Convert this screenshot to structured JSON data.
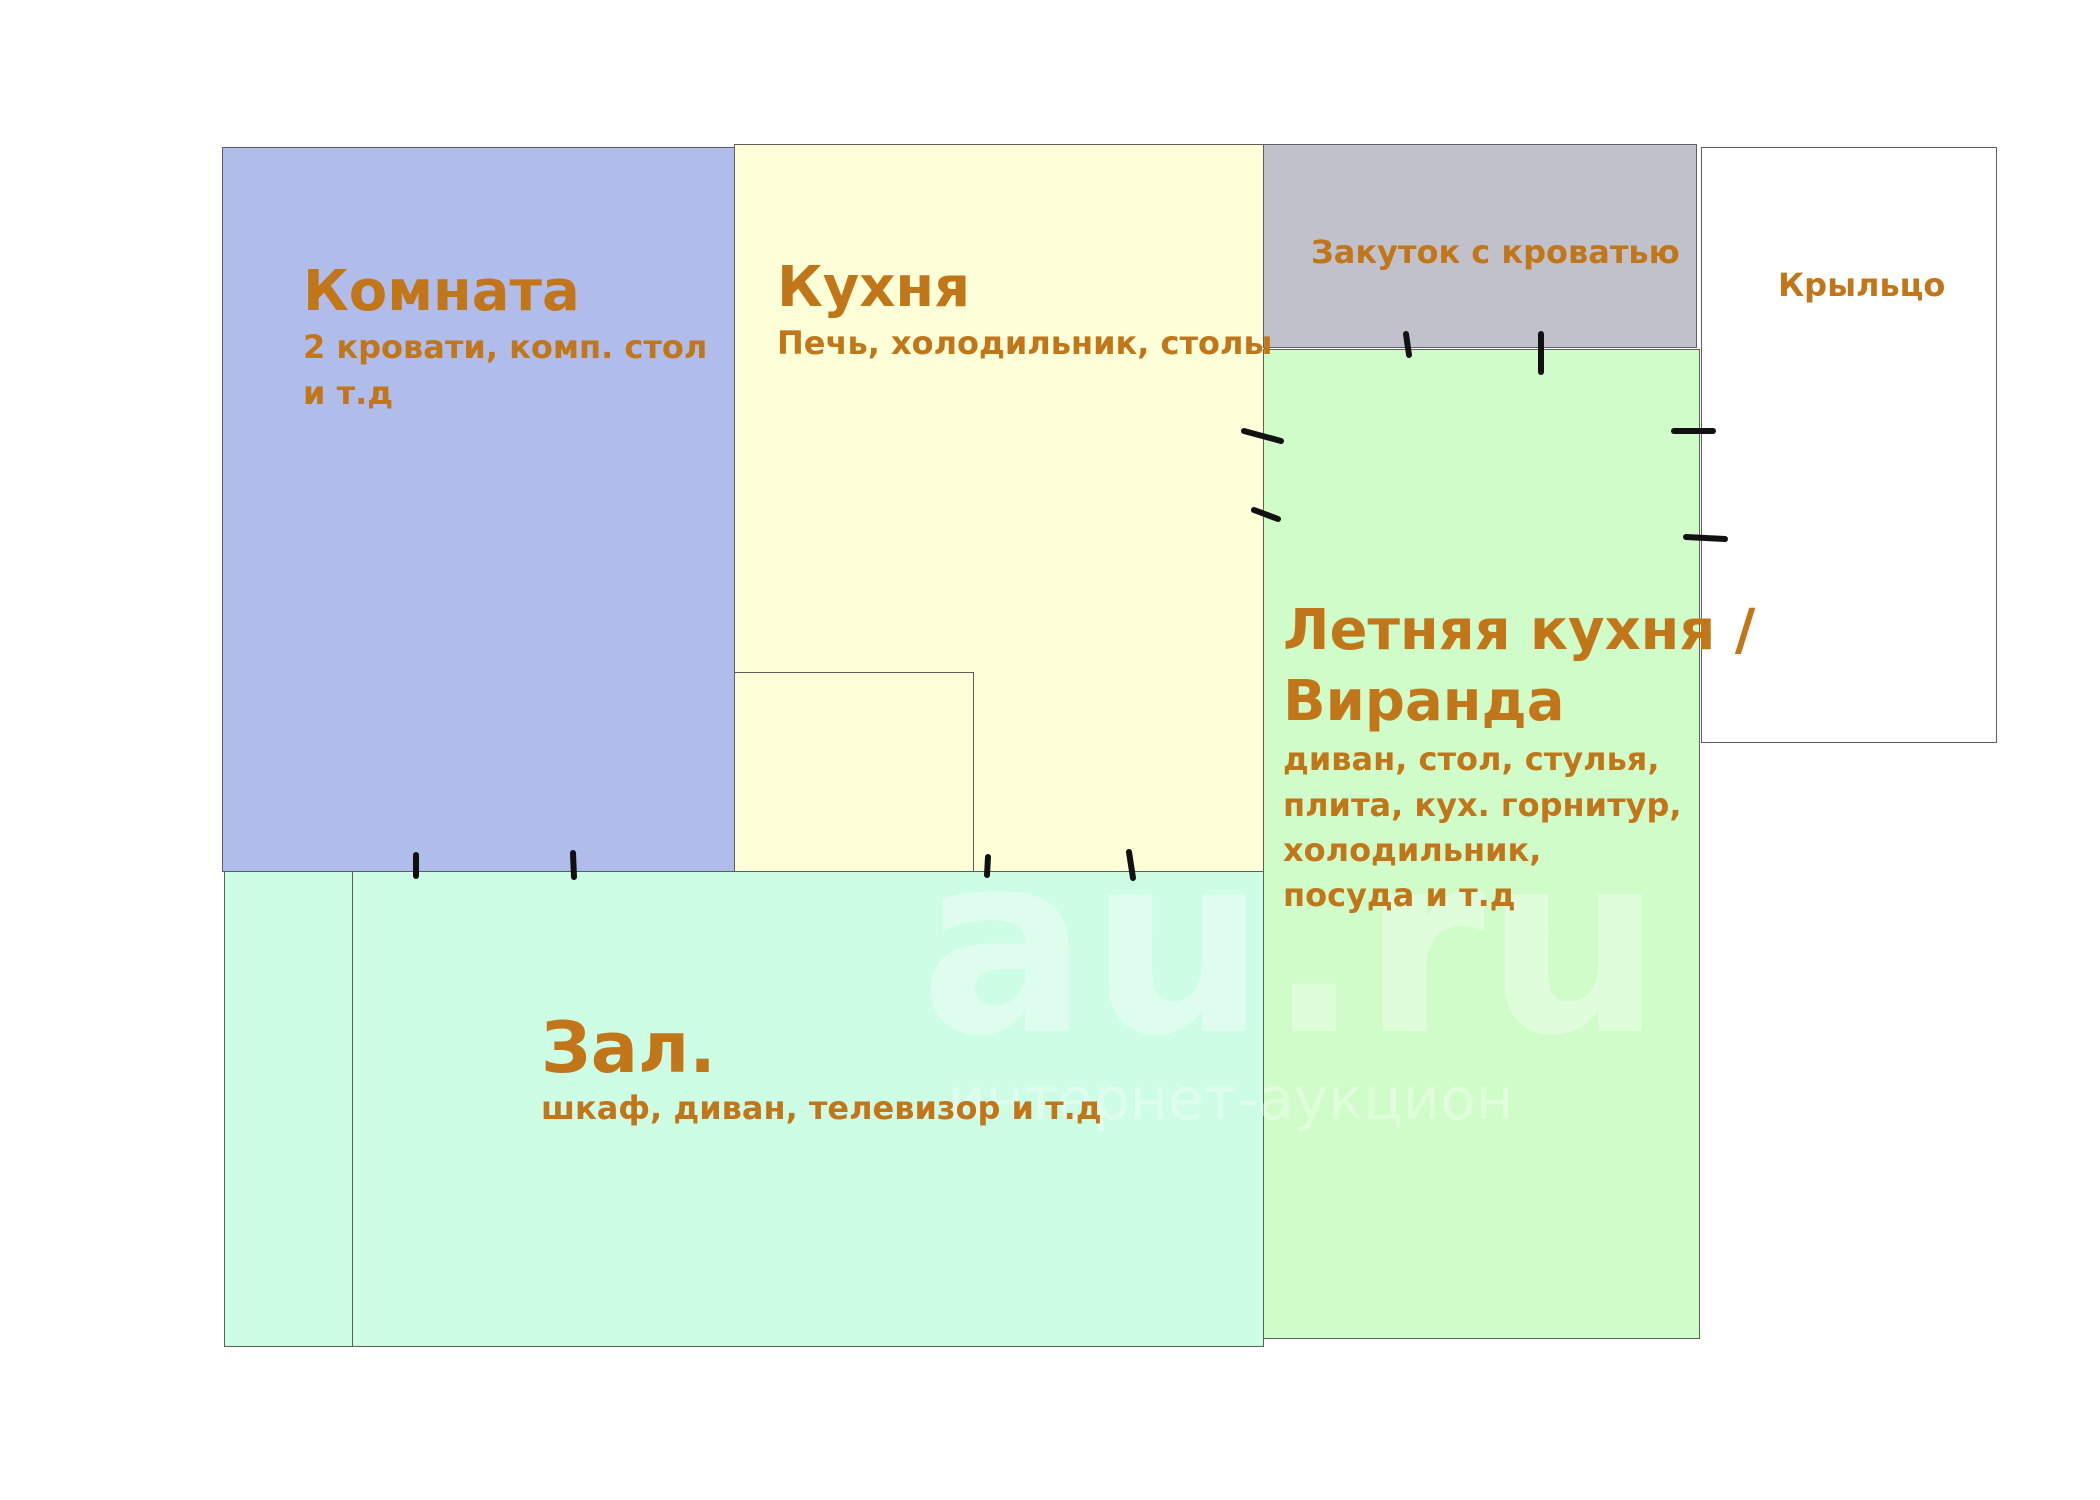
{
  "rooms": {
    "komnata": {
      "title": "Комната",
      "subtitle": "2 кровати, комп. стол\nи т.д",
      "color": "#b0bce9"
    },
    "kukhnya": {
      "title": "Кухня",
      "subtitle": "Печь, холодильник, столы",
      "color": "#fefed9"
    },
    "zakutok": {
      "title": "Закуток с кроватью",
      "color": "#c1c1cc"
    },
    "kryltso": {
      "title": "Крыльцо",
      "color": "#ffffff"
    },
    "letnyaya": {
      "title": "Летняя кухня /\nВиранда",
      "subtitle": "диван, стол, стулья,\nплита, кух. горнитур,\nхолодильник,\nпосуда и т.д",
      "color": "#d0fcc9"
    },
    "zal": {
      "title": "Зал.",
      "subtitle": "шкаф, диван, телевизор и т.д",
      "color": "#cefde6"
    }
  },
  "watermark": {
    "main": "au.ru",
    "sub": "интернет-аукцион"
  },
  "colors": {
    "label": "#c1761a",
    "wall": "#5e5e5e",
    "door_mark": "#111111"
  }
}
